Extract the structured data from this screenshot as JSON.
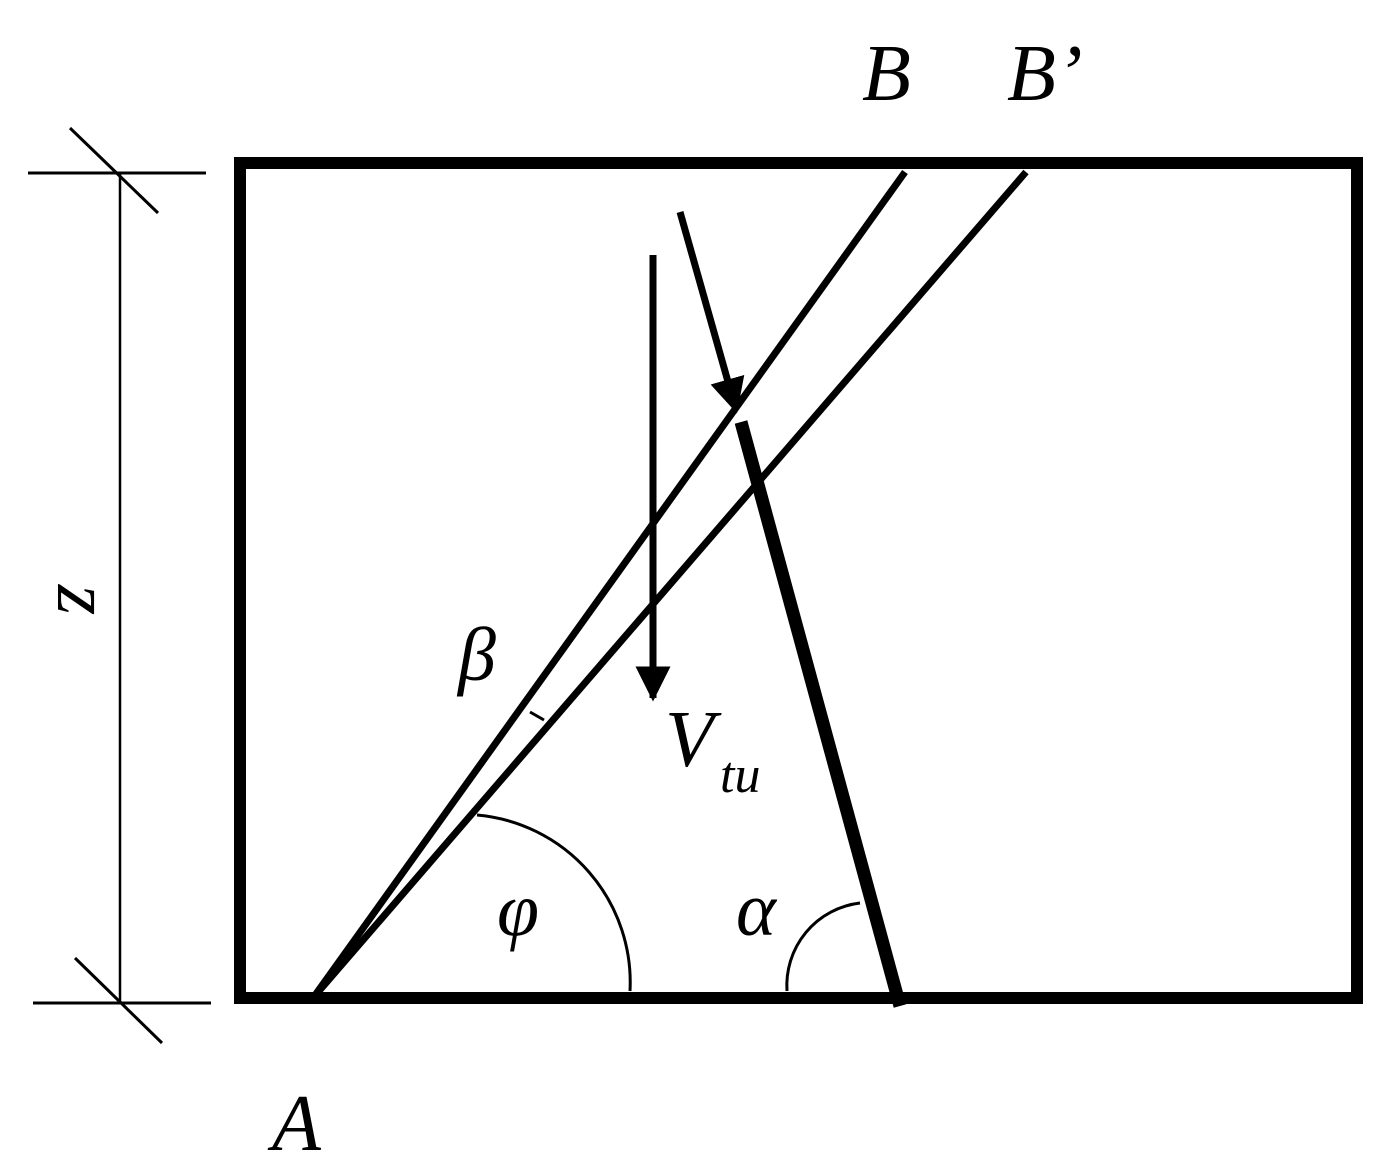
{
  "labels": {
    "point_a": "A",
    "point_b": "B",
    "point_b_prime": "B’",
    "dimension_z": "z",
    "angle_beta": "β",
    "angle_phi": "φ",
    "angle_alpha": "α",
    "force_main": "V",
    "force_subscript": "tu"
  },
  "colors": {
    "stroke": "#000000",
    "background": "#ffffff"
  }
}
